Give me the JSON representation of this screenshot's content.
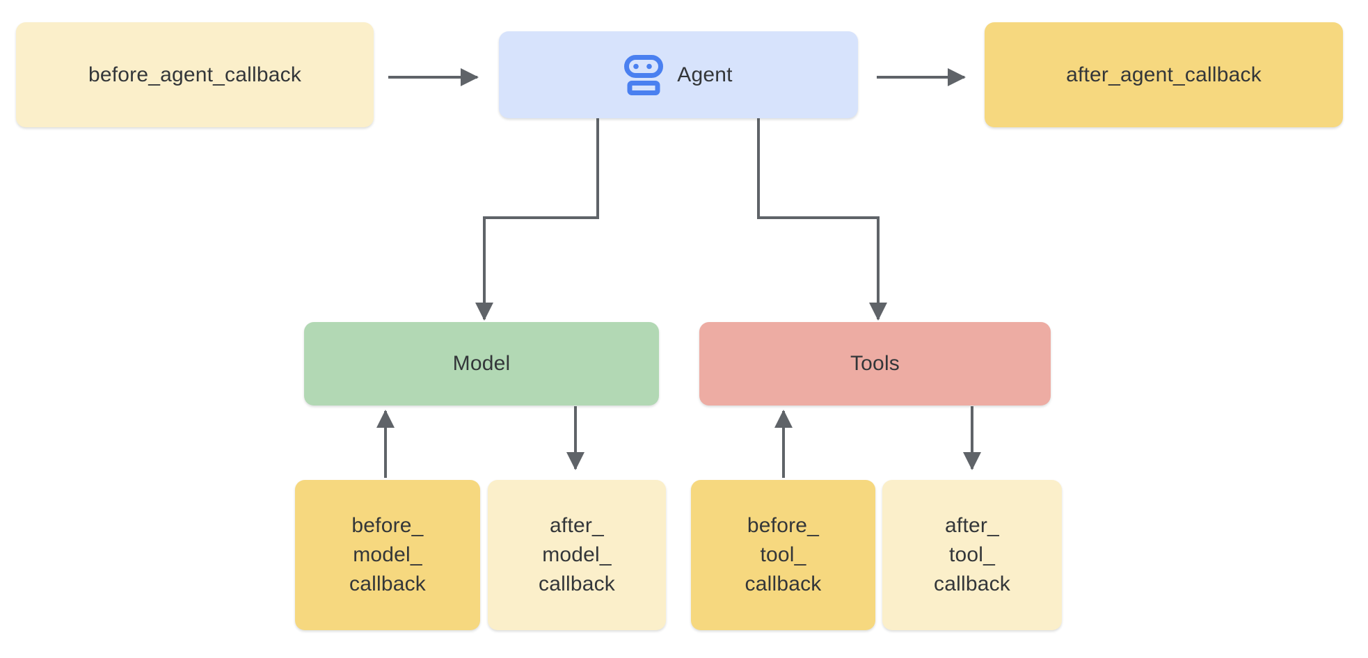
{
  "diagram": {
    "nodes": {
      "before_agent": {
        "label": "before_agent_callback"
      },
      "agent": {
        "label": "Agent",
        "icon": "robot-icon"
      },
      "after_agent": {
        "label": "after_agent_callback"
      },
      "model": {
        "label": "Model"
      },
      "tools": {
        "label": "Tools"
      },
      "before_model": {
        "label": "before_\nmodel_\ncallback"
      },
      "after_model": {
        "label": "after_\nmodel_\ncallback"
      },
      "before_tool": {
        "label": "before_\ntool_\ncallback"
      },
      "after_tool": {
        "label": "after_\ntool_\ncallback"
      }
    },
    "edges": [
      {
        "from": "before_agent",
        "to": "agent"
      },
      {
        "from": "agent",
        "to": "after_agent"
      },
      {
        "from": "agent",
        "to": "model"
      },
      {
        "from": "agent",
        "to": "tools"
      },
      {
        "from": "before_model",
        "to": "model"
      },
      {
        "from": "model",
        "to": "after_model"
      },
      {
        "from": "before_tool",
        "to": "tools"
      },
      {
        "from": "tools",
        "to": "after_tool"
      }
    ],
    "colors": {
      "pale_yellow": "#fbefca",
      "gold": "#f6d87f",
      "agent_blue": "#d7e3fc",
      "model_green": "#b2d8b4",
      "tools_salmon": "#edaca3",
      "robot_icon_blue": "#4a80f0",
      "connector_gray": "#5f6368",
      "text": "#333639"
    }
  }
}
